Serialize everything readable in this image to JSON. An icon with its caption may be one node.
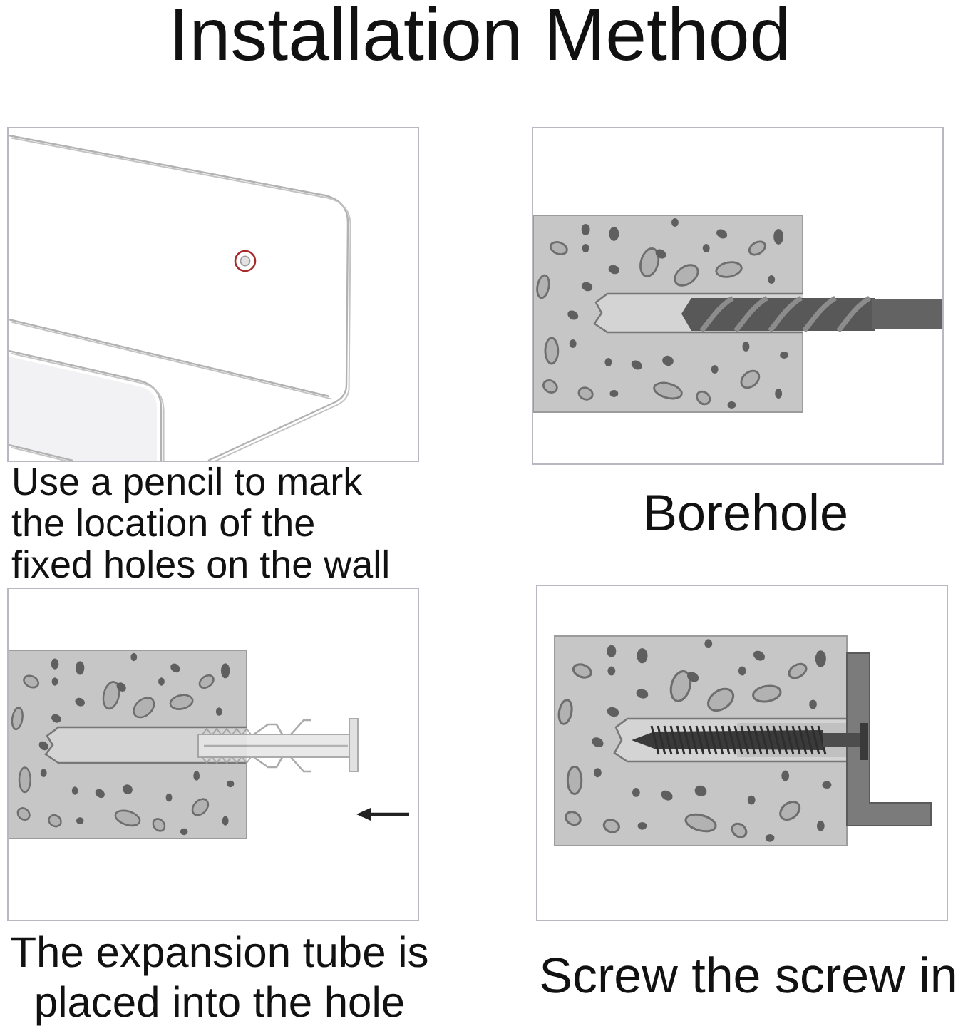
{
  "diagram": {
    "title": "Installation Method",
    "nodes": [
      {
        "text": [],
        "shape": "picture",
        "beside": [
          "Use a pencil to mark the location of the fixed holes on the wall"
        ]
      },
      {
        "text": [],
        "shape": "picture",
        "beside": [
          "Borehole"
        ]
      },
      {
        "text": [],
        "shape": "picture",
        "beside": [
          "The expansion tube is placed into the hole"
        ]
      },
      {
        "text": [],
        "shape": "picture",
        "beside": [
          "Screw the screw in"
        ]
      }
    ]
  }
}
